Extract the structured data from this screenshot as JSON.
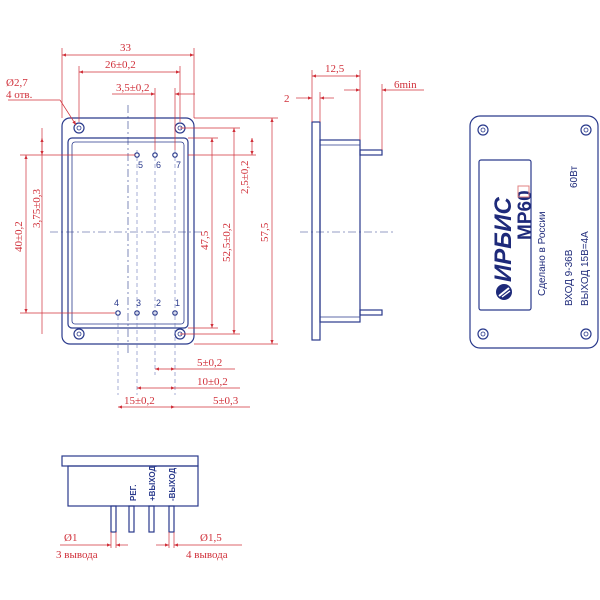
{
  "colors": {
    "outline": "#2a3a8c",
    "dimension": "#d0303a",
    "label_brand": "#1e2a7a"
  },
  "front_view": {
    "dim_width": "33",
    "dim_pin_span_top": "26±0,2",
    "dim_pin_pitch_top": "3,5±0,2",
    "hole_note_1": "Ø2,7",
    "hole_note_2": "4 отв.",
    "dim_left_40": "40±0,2",
    "dim_left_375": "3,75±0,3",
    "dim_right_47": "47,5",
    "dim_right_525": "52,5±0,2",
    "dim_right_25": "2,5±0,2",
    "dim_right_575": "57,5",
    "dim_bottom_5a": "5±0,2",
    "dim_bottom_10": "10±0,2",
    "dim_bottom_15": "15±0,2",
    "dim_bottom_5b": "5±0,3",
    "pins_top": [
      "5",
      "6",
      "7"
    ],
    "pins_bottom": [
      "4",
      "3",
      "2",
      "1"
    ]
  },
  "side_view": {
    "dim_depth": "12,5",
    "dim_flange": "2",
    "dim_pin_min": "6min"
  },
  "label_view": {
    "brand": "ИРБИС",
    "model": "МР60",
    "made_in": "Сделано в России",
    "input": "ВХОД 9-36В",
    "output": "ВЫХОД 15В=4А",
    "power": "60Вт"
  },
  "bottom_view": {
    "pin_labels": [
      "РЕГ.",
      "+ВЫХОД",
      "-ВЫХОД"
    ],
    "pin_dia_left": "Ø1",
    "pin_count_left": "3 вывода",
    "pin_dia_right": "Ø1,5",
    "pin_count_right": "4 вывода"
  }
}
